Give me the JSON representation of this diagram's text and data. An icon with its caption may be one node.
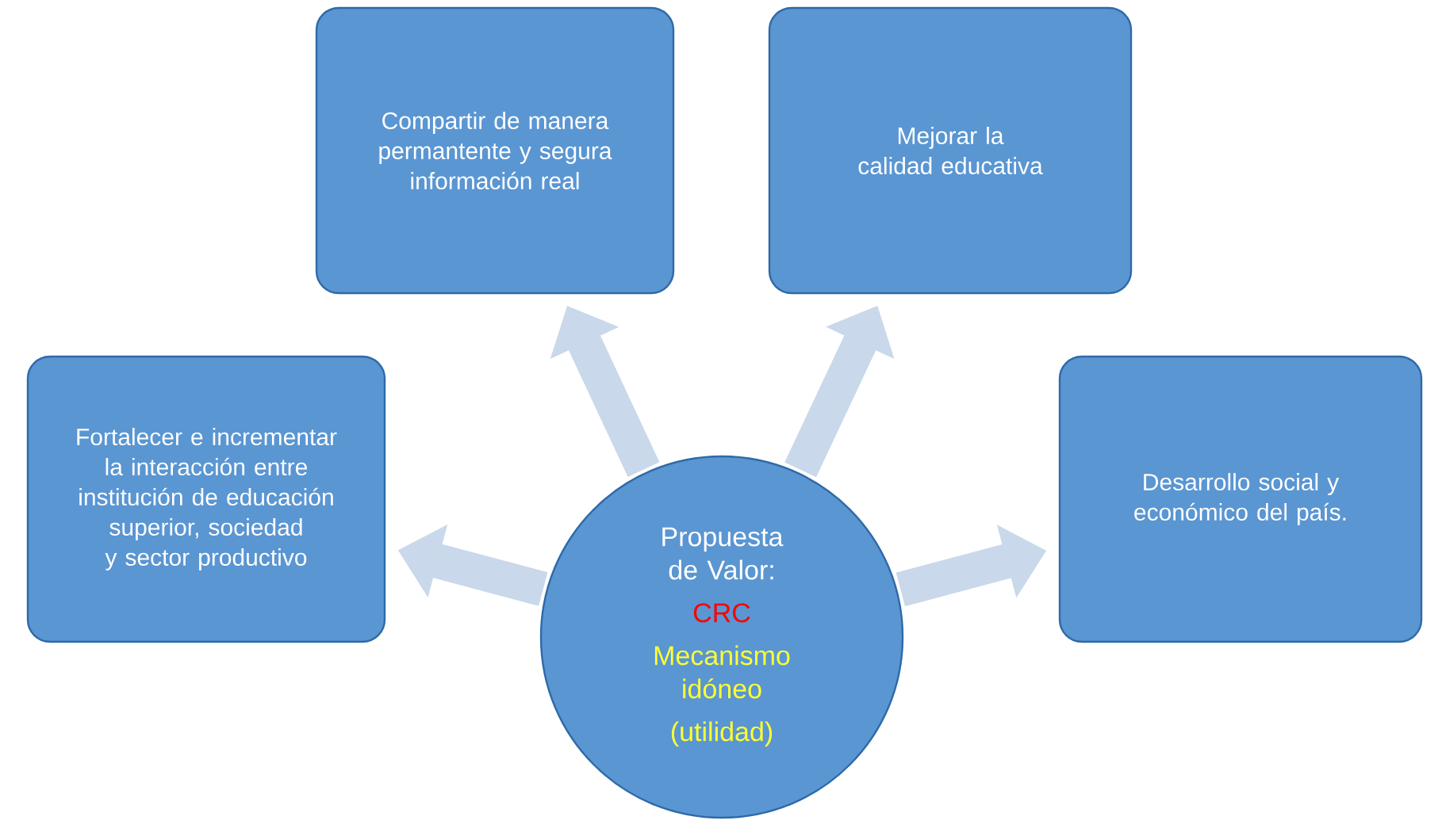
{
  "diagram": {
    "nodes": [
      {
        "text": [
          "Propuesta de Valor:",
          "CRC",
          "Mecanismo idóneo",
          "(utilidad)"
        ]
      },
      {
        "text": [
          "Fortalecer e incrementar la interacción entre institución de educación superior, sociedad y sector productivo"
        ]
      },
      {
        "text": [
          "Compartir de manera permantente y segura información real"
        ]
      },
      {
        "text": [
          "Mejorar la calidad educativa"
        ]
      },
      {
        "text": [
          "Desarrollo social y económico del país."
        ]
      }
    ],
    "edges": [
      {
        "from": 0,
        "to": 1,
        "arrow": "to"
      },
      {
        "from": 0,
        "to": 2,
        "arrow": "to"
      },
      {
        "from": 0,
        "to": 3,
        "arrow": "to"
      },
      {
        "from": 0,
        "to": 4,
        "arrow": "to"
      }
    ]
  }
}
